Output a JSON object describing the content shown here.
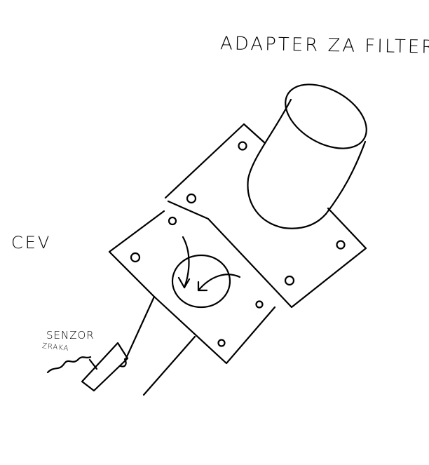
{
  "labels": {
    "title": "ADAPTER ZA FILTER",
    "pipe": "CEV",
    "sensor_line1": "SENZOR",
    "sensor_line2": "ZRAKA"
  },
  "colors": {
    "ink": "#000000",
    "paper": "#ffffff"
  }
}
